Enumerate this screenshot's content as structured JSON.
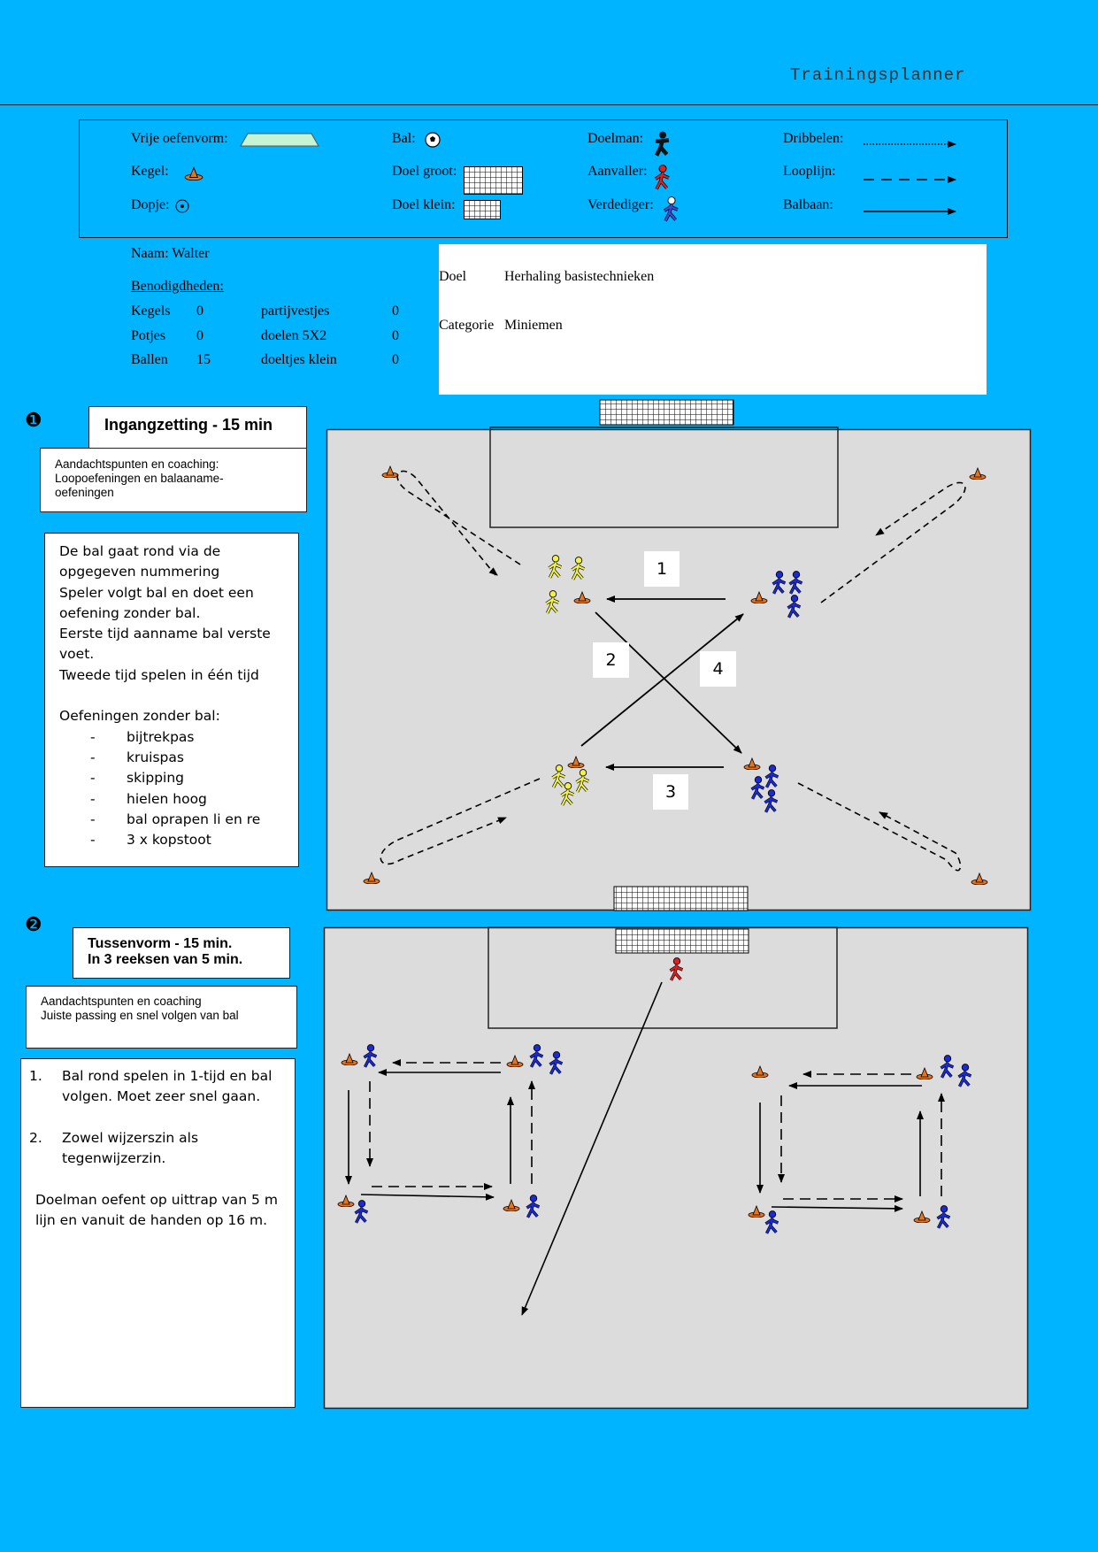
{
  "header": {
    "title": "Trainingsplanner"
  },
  "legend": {
    "vrije": "Vrije oefenvorm:",
    "kegel": "Kegel:",
    "dopje": "Dopje:",
    "bal": "Bal:",
    "doel_groot": "Doel groot:",
    "doel_klein": "Doel klein:",
    "doelman": "Doelman:",
    "aanvaller": "Aanvaller:",
    "verdediger": "Verdediger:",
    "dribbelen": "Dribbelen:",
    "looplijn": "Looplijn:",
    "balbaan": "Balbaan:"
  },
  "info": {
    "naam": "Naam: Walter",
    "benodigdheden": "Benodigdheden:",
    "rows": [
      [
        "Kegels",
        "0",
        "partijvestjes",
        "0"
      ],
      [
        "Potjes",
        "0",
        "doelen 5X2",
        "0"
      ],
      [
        "Ballen",
        "15",
        "doeltjes klein",
        "0"
      ]
    ],
    "doel_label": "Doel",
    "doel_value": "Herhaling basistechnieken",
    "categorie_label": "Categorie",
    "categorie_value": "Miniemen"
  },
  "section1": {
    "bullet": "❶",
    "title": "Ingangzetting - 15 min",
    "coaching": [
      "Aandachtspunten en coaching:",
      "Loopoefeningen en balaaname-",
      "oefeningen"
    ],
    "desc": [
      "De bal gaat rond via de",
      "opgegeven nummering",
      "Speler volgt bal en doet een",
      "oefening zonder bal.",
      "Eerste tijd aanname bal verste",
      "voet.",
      "Tweede tijd spelen in één tijd",
      "",
      "Oefeningen zonder bal:"
    ],
    "dash": "-",
    "list": [
      "bijtrekpas",
      "kruispas",
      "skipping",
      "hielen hoog",
      "bal oprapen li en re",
      "3 x kopstoot"
    ],
    "labels": [
      "1",
      "2",
      "3",
      "4"
    ]
  },
  "section2": {
    "bullet": "❷",
    "title": [
      "Tussenvorm - 15 min.",
      "In 3 reeksen van 5 min."
    ],
    "coaching": [
      "Aandachtspunten en coaching",
      "Juiste passing en snel volgen van bal"
    ],
    "desc": [
      {
        "num": "1.",
        "lines": [
          "Bal rond spelen in 1-tijd en bal",
          "volgen.  Moet zeer snel gaan."
        ]
      },
      {
        "num": "2.",
        "lines": [
          "Zowel wijzerszin als",
          "tegenwijzerzin."
        ]
      }
    ],
    "extra": [
      "Doelman oefent op uittrap van 5 m",
      "lijn en vanuit de handen op 16 m."
    ]
  },
  "colors": {
    "background": "#00b4ff",
    "field": "#dcdcdc",
    "cone": "#e8741c",
    "yellow_player": "#f2f246",
    "blue_player": "#1a2ad8",
    "red_player": "#e02020"
  }
}
